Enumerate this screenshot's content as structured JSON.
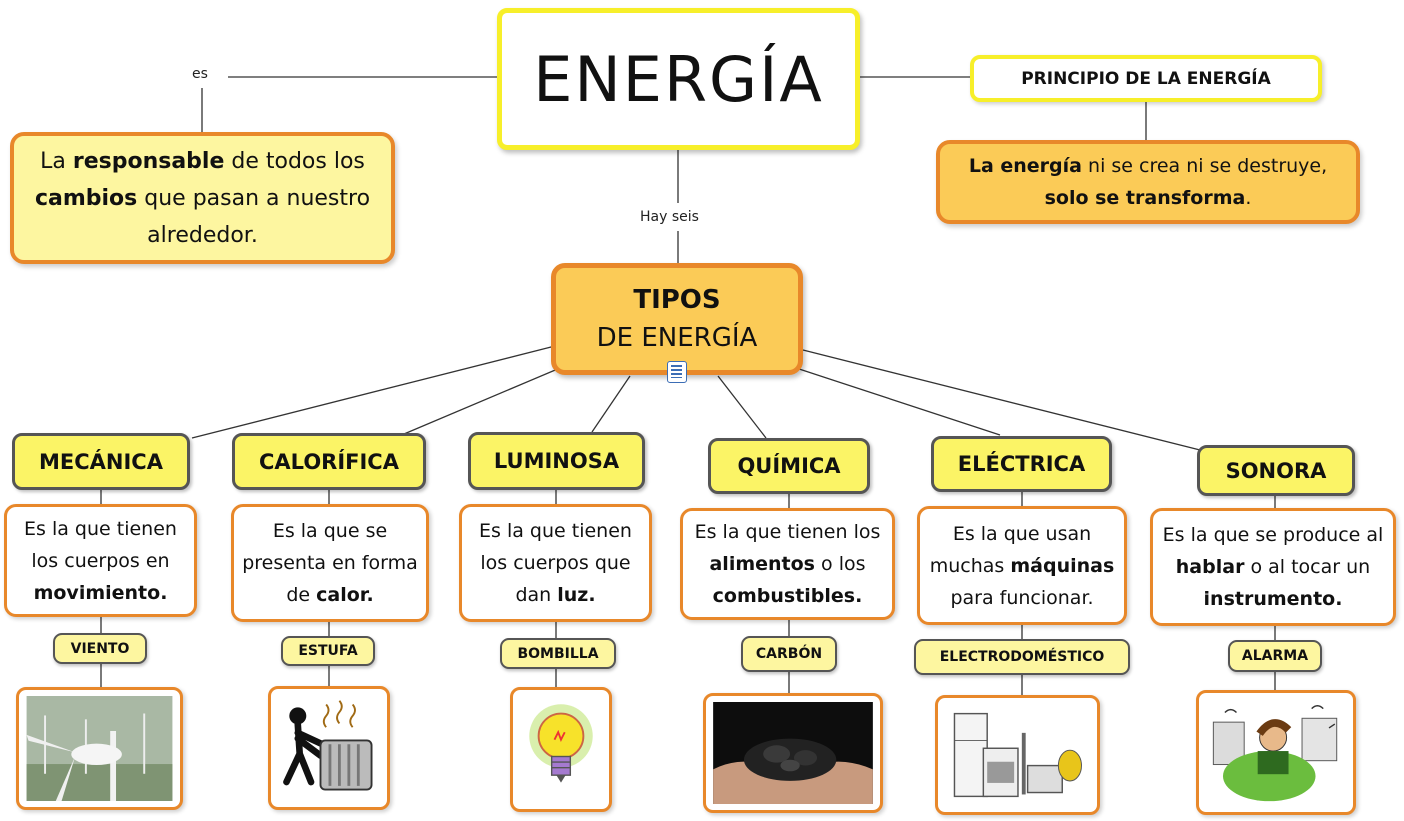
{
  "title": "ENERGÍA",
  "link_es": "es",
  "definition": {
    "p1": "La ",
    "b1": "responsable",
    "p2": " de todos los ",
    "b2": "cambios",
    "p3": " que pasan a nuestro alrededor."
  },
  "principle": {
    "title": "PRINCIPIO DE LA ENERGÍA",
    "b1": "La energía",
    "p1": " ni se crea ni se destruye, ",
    "b2": "solo se transforma",
    "p2": "."
  },
  "link_hay_seis": "Hay seis",
  "types_heading": {
    "line1": "TIPOS",
    "line2": "DE ENERGÍA"
  },
  "types": [
    {
      "name": "MECÁNICA",
      "d1": "Es la que tienen los cuerpos en ",
      "db": "movimiento",
      "d2": ".",
      "example": "VIENTO",
      "image": "wind-turbine-image"
    },
    {
      "name": "CALORÍFICA",
      "d1": "Es la que se presenta en forma de ",
      "db": "calor",
      "d2": ".",
      "example": "ESTUFA",
      "image": "heater-image"
    },
    {
      "name": "LUMINOSA",
      "d1": "Es la que tienen los cuerpos que dan ",
      "db": "luz",
      "d2": ".",
      "example": "BOMBILLA",
      "image": "light-bulb-image"
    },
    {
      "name": "QUÍMICA",
      "d1": "Es la que tienen los ",
      "db": "alimentos",
      "d2": " o los ",
      "db2": "combustibles",
      "d3": ".",
      "example": "CARBÓN",
      "image": "coal-image"
    },
    {
      "name": "ELÉCTRICA",
      "d1": "Es la que usan muchas ",
      "db": "máquinas",
      "d2": " para funcionar.",
      "example": "ELECTRODOMÉSTICO",
      "image": "appliances-image"
    },
    {
      "name": "SONORA",
      "d1": "Es la que se produce al ",
      "db": "hablar",
      "d2": " o al tocar un ",
      "db2": "instrumento",
      "d3": ".",
      "example": "ALARMA",
      "image": "alarm-image"
    }
  ],
  "colors": {
    "yellow_border": "#f7ef2a",
    "orange_border": "#e8882a",
    "pale_yellow": "#fdf6a0",
    "gold": "#fbcb57",
    "type_yellow": "#fbf466"
  }
}
